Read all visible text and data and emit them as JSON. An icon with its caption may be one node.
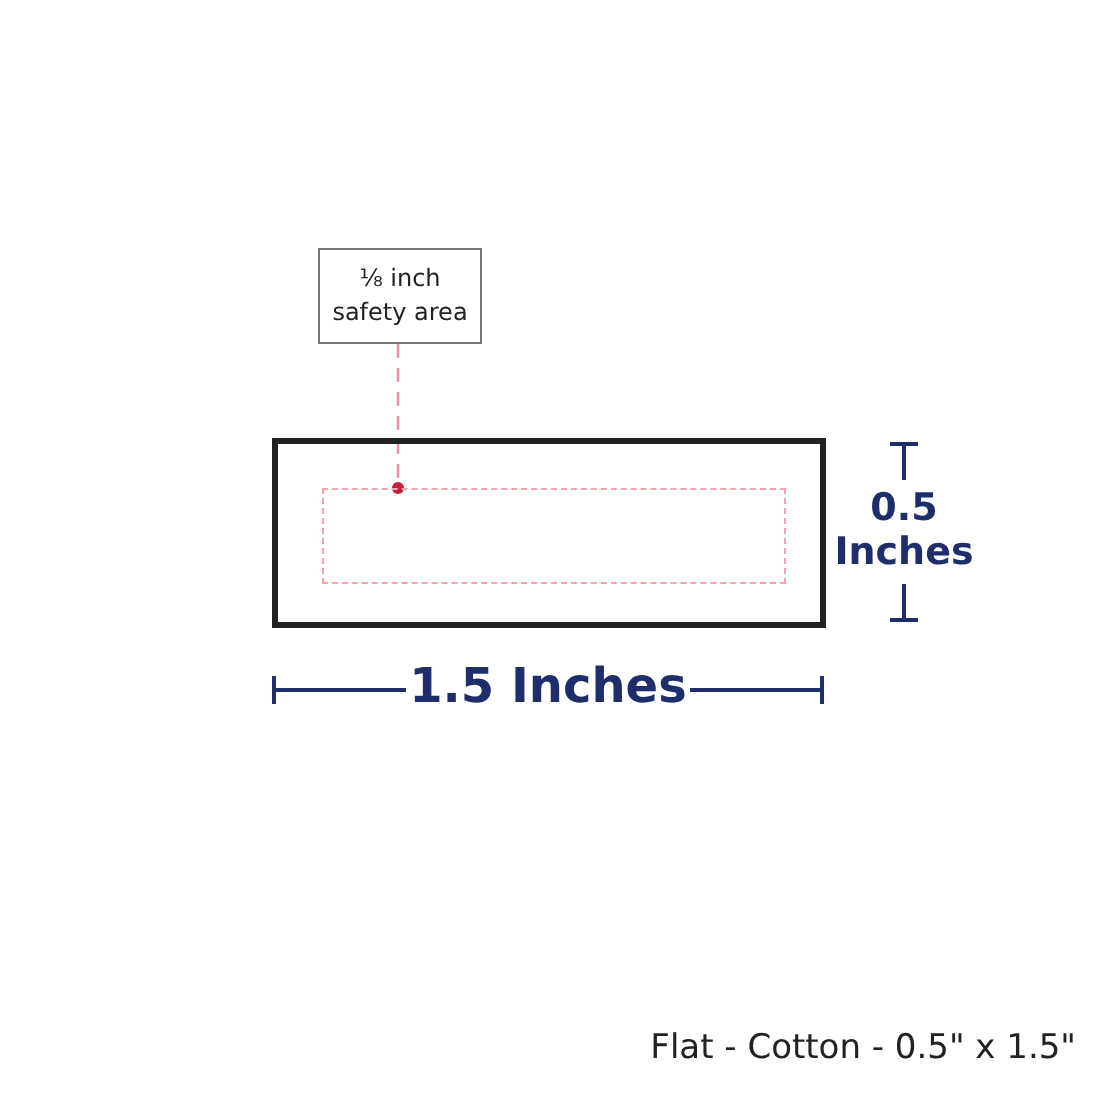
{
  "diagram": {
    "caption": "Flat - Cotton - 0.5\" x 1.5\"",
    "nodes": [
      {
        "text": [],
        "shape": "box"
      },
      {
        "text": [],
        "shape": "box",
        "in": 0
      },
      {
        "text": [
          "⅛ inch safety area"
        ]
      }
    ],
    "edges": [
      {
        "from": 2,
        "to": 1,
        "arrow": "other",
        "style": "dashed",
        "color": "#ec8fa0"
      }
    ],
    "labels": [
      "0.5 Inches",
      "1.5 Inches"
    ]
  }
}
